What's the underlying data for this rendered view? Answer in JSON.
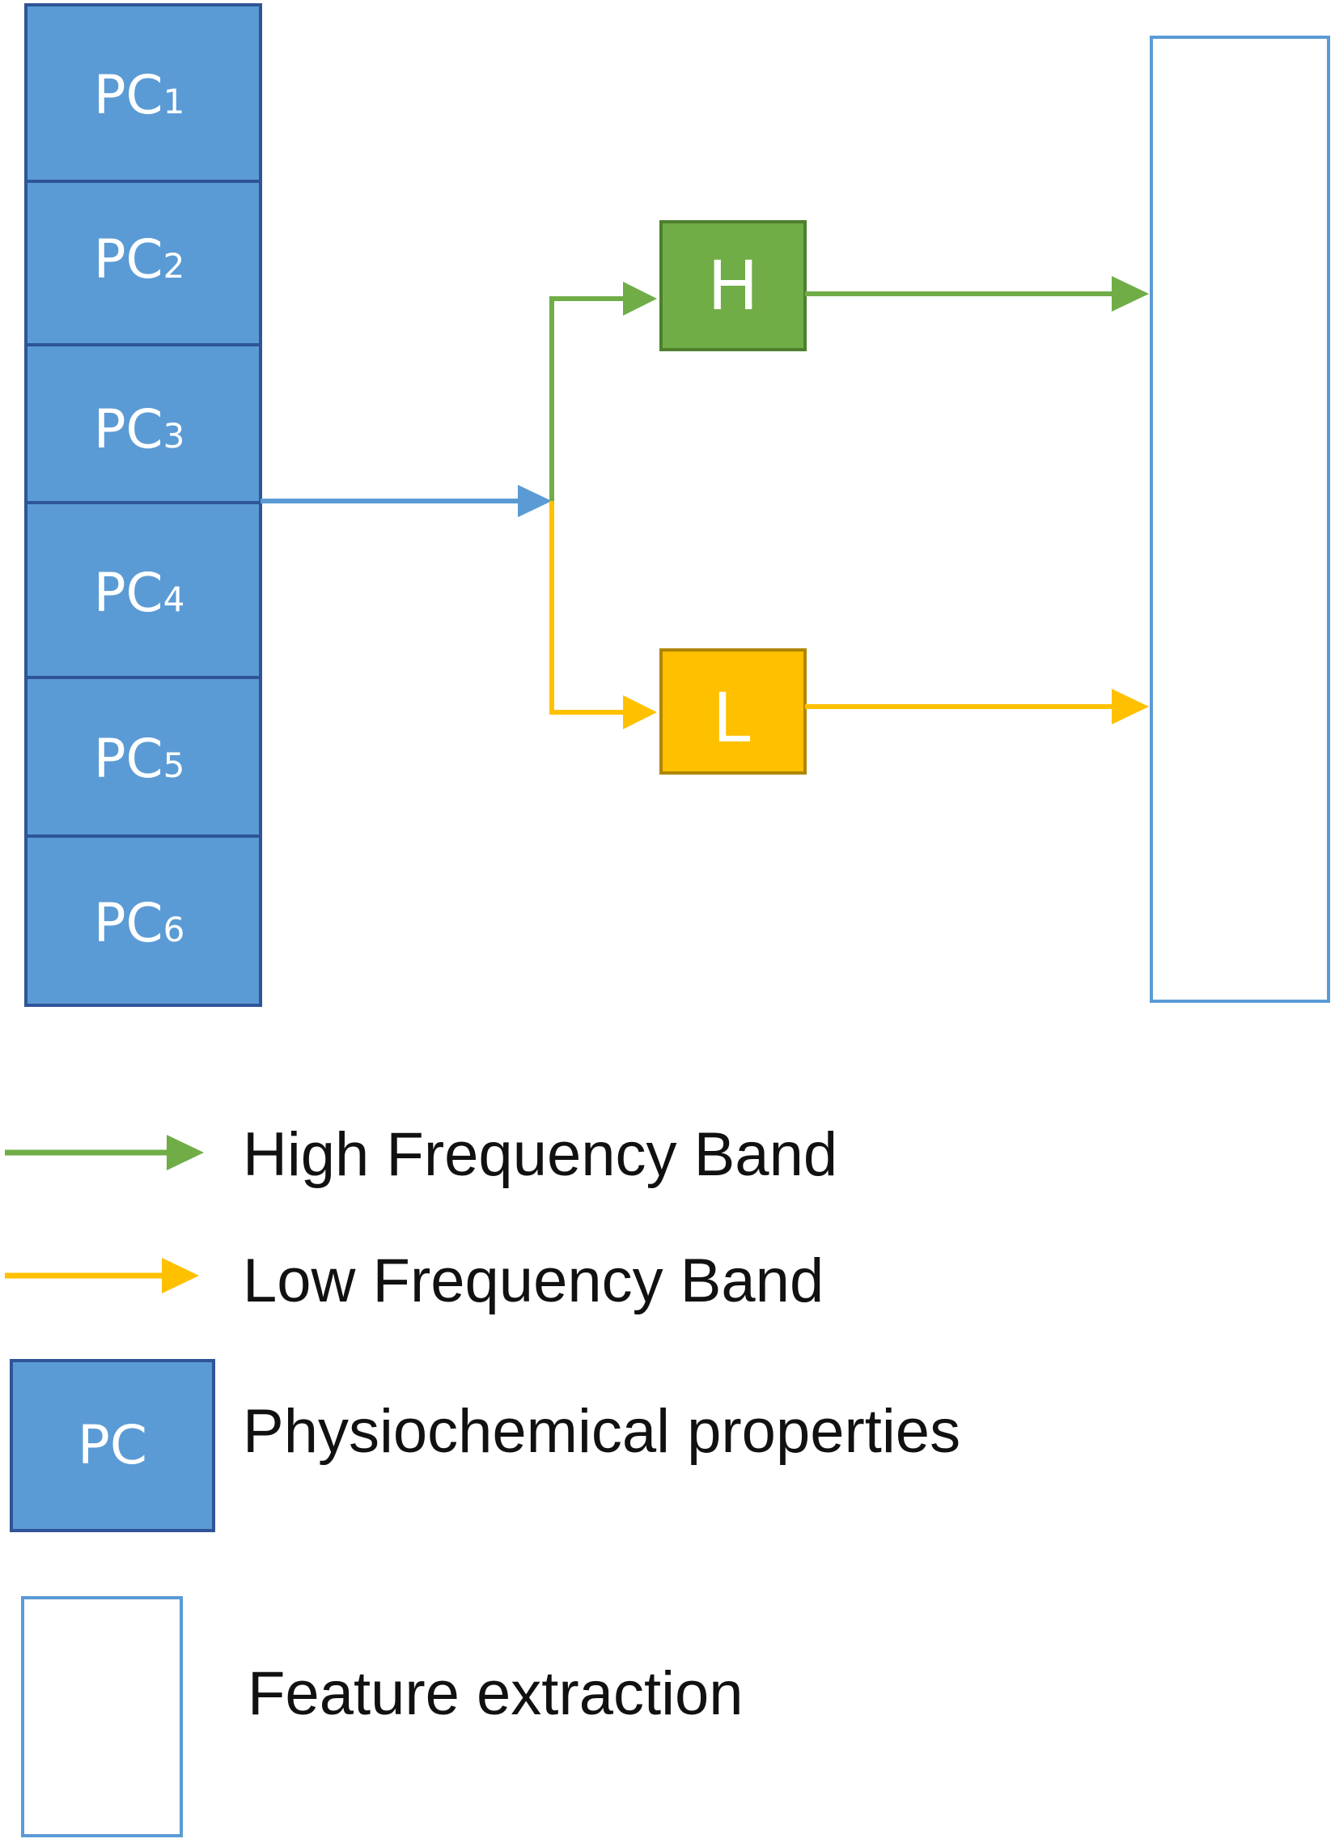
{
  "stack": {
    "items": [
      {
        "main": "PC",
        "sub": "1"
      },
      {
        "main": "PC",
        "sub": "2"
      },
      {
        "main": "PC",
        "sub": "3"
      },
      {
        "main": "PC",
        "sub": "4"
      },
      {
        "main": "PC",
        "sub": "5"
      },
      {
        "main": "PC",
        "sub": "6"
      }
    ]
  },
  "high_box": {
    "label": "H"
  },
  "low_box": {
    "label": "L"
  },
  "legend": {
    "high": "High Frequency Band",
    "low": "Low Frequency Band",
    "pc_swatch": "PC",
    "pc_text": "Physiochemical properties",
    "feature_text": "Feature extraction"
  },
  "colors": {
    "pc_fill": "#5B9BD5",
    "pc_border": "#2F5597",
    "high": "#70AD47",
    "high_border": "#4E7F2E",
    "low": "#FFC000",
    "low_border": "#B08600",
    "blue_line": "#5B9BD5",
    "feature_border": "#5B9BD5"
  }
}
